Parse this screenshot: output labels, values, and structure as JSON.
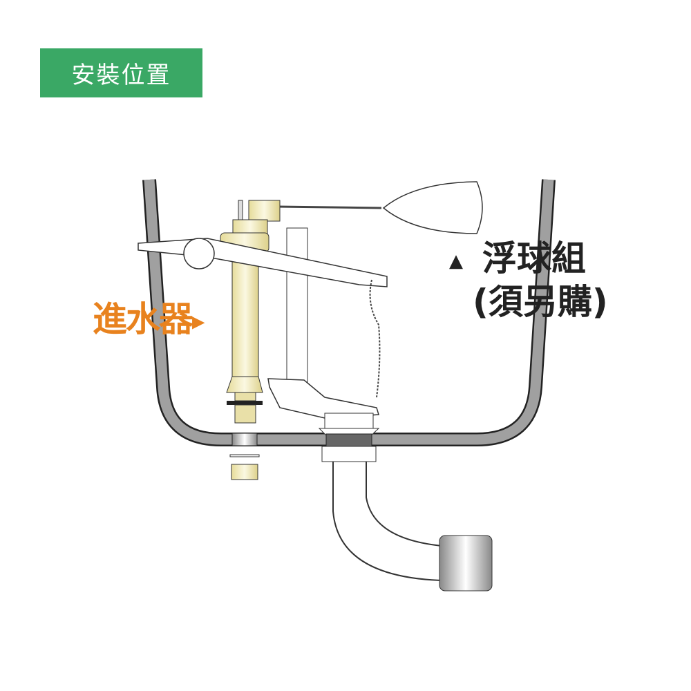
{
  "title": "安裝位置",
  "labels": {
    "inlet_valve": "進水器",
    "inlet_arrow": "▶",
    "float_arrow": "▲",
    "float_ball": "浮球組",
    "float_note": "(須另購)"
  },
  "colors": {
    "badge": "#3aa865",
    "inlet": "#e8821e",
    "tank": "#a0a0a0",
    "brass": "#f3eec0"
  }
}
